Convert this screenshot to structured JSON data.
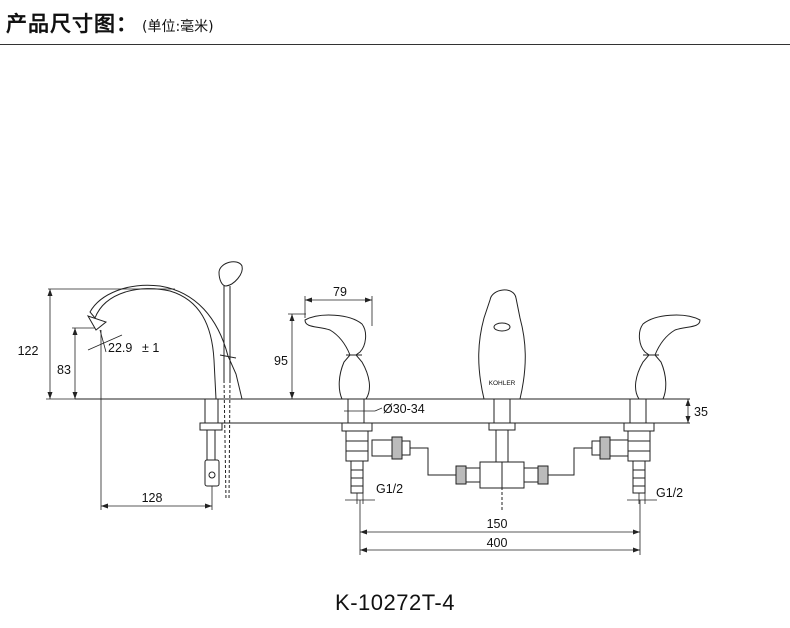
{
  "header": {
    "title": "产品尺寸图：",
    "unit_note": "(单位:毫米)"
  },
  "dimensions": {
    "total_height": "122",
    "spout_height": "83",
    "spout_angle": "22.9",
    "angle_tolerance": "± 1",
    "spout_reach": "128",
    "handle_width": "79",
    "handle_height": "95",
    "hole_diameter": "Ø30-34",
    "deck_thickness": "35",
    "thread_left": "G1/2",
    "thread_right": "G1/2",
    "center_min": "150",
    "center_max": "400"
  },
  "brand": "KOHLER",
  "model_number": "K-10272T-4"
}
